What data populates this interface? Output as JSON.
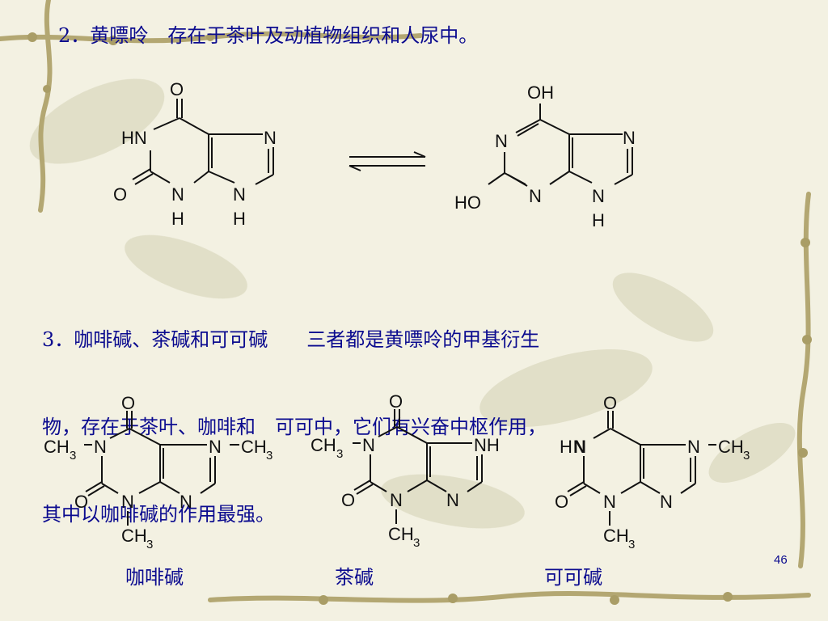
{
  "slide": {
    "heading2": "2．黄嘌呤　存在于茶叶及动植物组织和人尿中。",
    "para3_lines": [
      "3．咖啡碱、茶碱和可可碱　　三者都是黄嘌呤的甲基衍生",
      "物，存在于茶叶、咖啡和　可可中，它们有兴奋中枢作用，",
      "其中以咖啡碱的作用最强。"
    ],
    "captions": [
      "咖啡碱",
      "茶碱",
      "可可碱"
    ],
    "page_number": "46",
    "atoms": {
      "O": "O",
      "HN": "HN",
      "N": "N",
      "NH": "NH",
      "H": "H",
      "OH": "OH",
      "HO": "HO",
      "CH": "CH",
      "sub3": "3",
      "Hbold_H": "H"
    }
  },
  "colors": {
    "text": "#0b0b8f",
    "background": "#f3f1e2",
    "vine": "#b9ae7a",
    "leaf": "#c9c6a2"
  }
}
